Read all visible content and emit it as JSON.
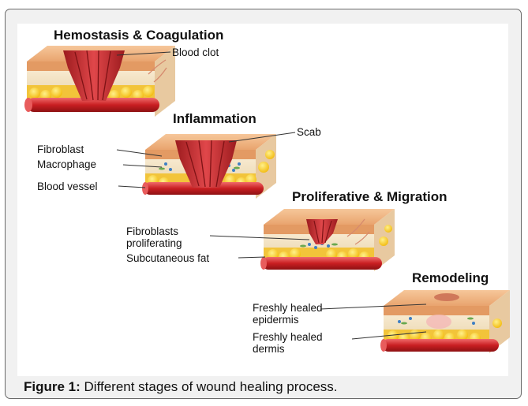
{
  "figure": {
    "stages": [
      {
        "title": "Hemostasis & Coagulation",
        "labels": [
          "Blood clot"
        ]
      },
      {
        "title": "Inflammation",
        "labels": [
          "Scab",
          "Fibroblast",
          "Macrophage",
          "Blood vessel"
        ]
      },
      {
        "title": "Proliferative & Migration",
        "labels": [
          "Fibroblasts proliferating",
          "Subcutaneous fat"
        ]
      },
      {
        "title": "Remodeling",
        "labels": [
          "Freshly healed epidermis",
          "Freshly healed dermis"
        ]
      }
    ],
    "caption_label": "Figure 1:",
    "caption_text": " Different stages of wound healing process."
  }
}
